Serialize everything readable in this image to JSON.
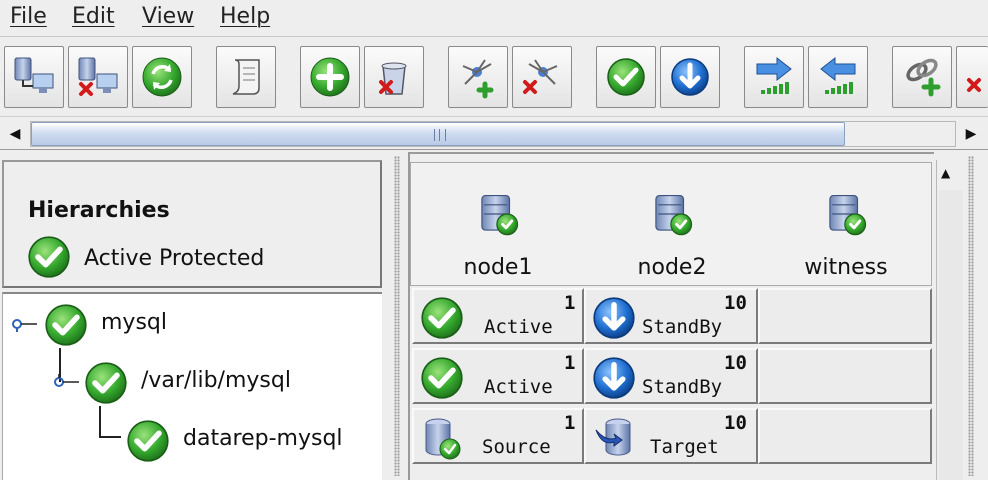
{
  "menu": {
    "file": "File",
    "edit": "Edit",
    "view": "View",
    "help": "Help"
  },
  "toolbar": {
    "buttons": [
      {
        "name": "connect-server",
        "icon": "server-connect-icon"
      },
      {
        "name": "disconnect-server",
        "icon": "server-disconnect-icon"
      },
      {
        "name": "refresh",
        "icon": "refresh-icon"
      },
      {
        "name": "view-log",
        "icon": "log-scroll-icon"
      },
      {
        "name": "create-resource",
        "icon": "add-icon"
      },
      {
        "name": "delete-resource",
        "icon": "delete-icon"
      },
      {
        "name": "extend-hierarchy",
        "icon": "extend-icon"
      },
      {
        "name": "unextend-hierarchy",
        "icon": "unextend-icon"
      },
      {
        "name": "in-service",
        "icon": "check-icon"
      },
      {
        "name": "out-of-service",
        "icon": "down-arrow-icon"
      },
      {
        "name": "increase-priority",
        "icon": "arrow-right-signal-icon"
      },
      {
        "name": "decrease-priority",
        "icon": "arrow-left-signal-icon"
      },
      {
        "name": "create-dependency",
        "icon": "link-add-icon"
      },
      {
        "name": "delete-dependency",
        "icon": "link-delete-icon"
      }
    ]
  },
  "hierarchies": {
    "title": "Hierarchies",
    "status": "Active Protected",
    "tree": [
      {
        "label": "mysql",
        "level": 0
      },
      {
        "label": "/var/lib/mysql",
        "level": 1
      },
      {
        "label": "datarep-mysql",
        "level": 2
      }
    ]
  },
  "nodes": [
    "node1",
    "node2",
    "witness"
  ],
  "resource_rows": [
    [
      {
        "state": "Active",
        "priority": "1",
        "icon": "check-icon"
      },
      {
        "state": "StandBy",
        "priority": "10",
        "icon": "standby-icon"
      },
      {
        "state": "",
        "priority": "",
        "icon": ""
      }
    ],
    [
      {
        "state": "Active",
        "priority": "1",
        "icon": "check-icon"
      },
      {
        "state": "StandBy",
        "priority": "10",
        "icon": "standby-icon"
      },
      {
        "state": "",
        "priority": "",
        "icon": ""
      }
    ],
    [
      {
        "state": "Source",
        "priority": "1",
        "icon": "source-disk-icon"
      },
      {
        "state": "Target",
        "priority": "10",
        "icon": "target-disk-icon"
      },
      {
        "state": "",
        "priority": "",
        "icon": ""
      }
    ]
  ],
  "colors": {
    "active_green": "#2e9e2e",
    "standby_blue": "#1f6fd1",
    "scroll_thumb": "#c2d2ea"
  }
}
